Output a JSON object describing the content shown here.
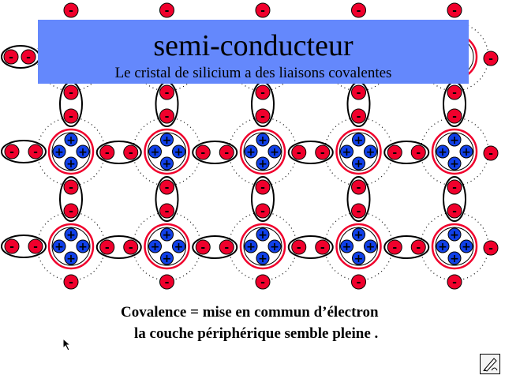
{
  "slide": {
    "title": "semi-conducteur",
    "subtitle": "Le cristal de silicium a des liaisons covalentes",
    "caption_line1": "Covalence = mise en commun d’électron",
    "caption_line2": "la couche périphérique semble pleine ."
  },
  "diagram": {
    "columns": 5,
    "rows": 3,
    "electron_sign": "-",
    "nucleus_sign": "+",
    "nuclei_per_atom": 4,
    "colors": {
      "electron": "#f0002c",
      "nucleus": "#1040e8",
      "shell": "#f0002c",
      "banner": "#6488fc"
    }
  },
  "icons": {
    "cursor": "arrow-cursor-icon",
    "pen": "pen-icon"
  }
}
